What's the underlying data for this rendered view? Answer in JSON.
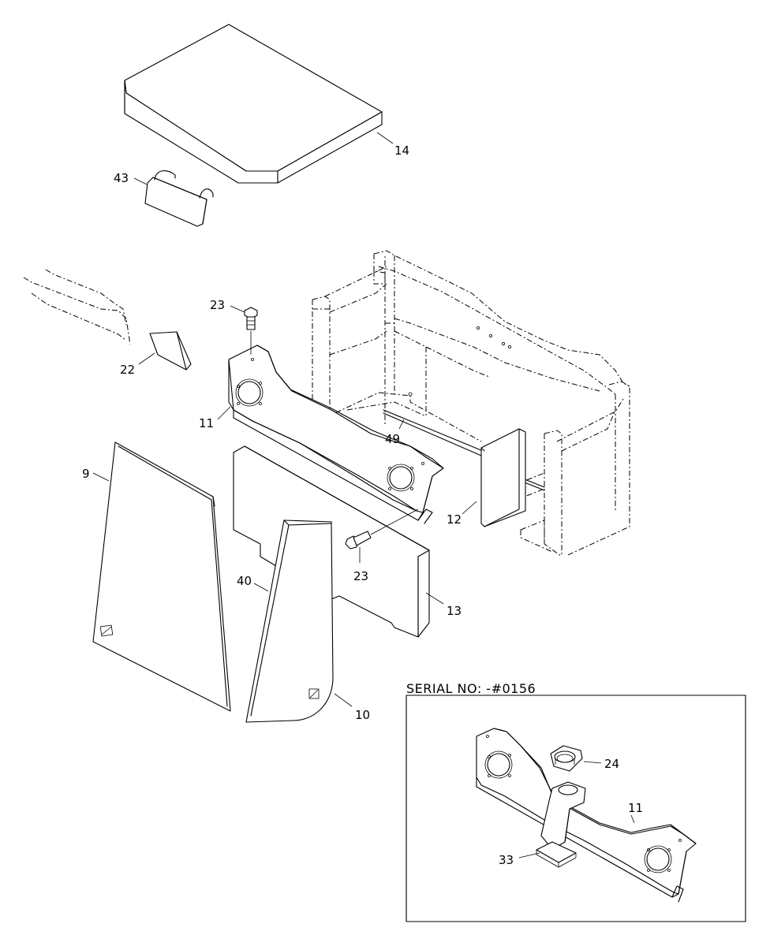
{
  "inset": {
    "title": "SERIAL NO: -#0156"
  },
  "callouts": {
    "c14": "14",
    "c43": "43",
    "c23a": "23",
    "c22": "22",
    "c11a": "11",
    "c49": "49",
    "c9": "9",
    "c12": "12",
    "c23b": "23",
    "c40": "40",
    "c13": "13",
    "c10": "10",
    "c24": "24",
    "c11b": "11",
    "c33": "33"
  }
}
